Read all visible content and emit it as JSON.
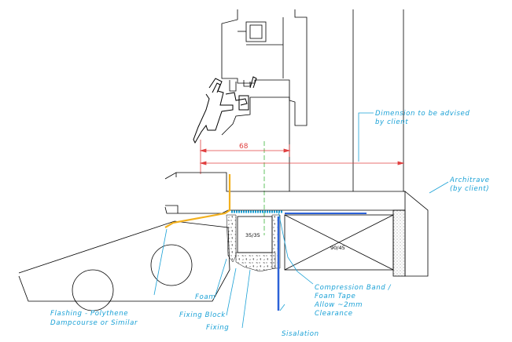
{
  "dimension": {
    "width_label": "68"
  },
  "sections": {
    "batten": "35/35",
    "bearer": "90/45"
  },
  "labels": {
    "dimension_note_1": "Dimension to be advised",
    "dimension_note_2": "by client",
    "architrave_1": "Architrave",
    "architrave_2": "(by client)",
    "compression_1": "Compression Band /",
    "compression_2": "Foam Tape",
    "compression_3": "Allow ~2mm",
    "compression_4": "Clearance",
    "foam": "Foam",
    "fixing_block": "Fixing Block",
    "fixing": "Fixing",
    "sisalation": "Sisalation",
    "flashing_1": "Flashing - Polythene",
    "flashing_2": "Dampcourse or Similar"
  },
  "colors": {
    "outline": "#000000",
    "callout": "#1aa1d6",
    "dimension": "#e04040",
    "flashing": "#f2b01e",
    "sisalation": "#2d62d8",
    "centre_line": "#3cb53c",
    "hatch": "#888888"
  }
}
